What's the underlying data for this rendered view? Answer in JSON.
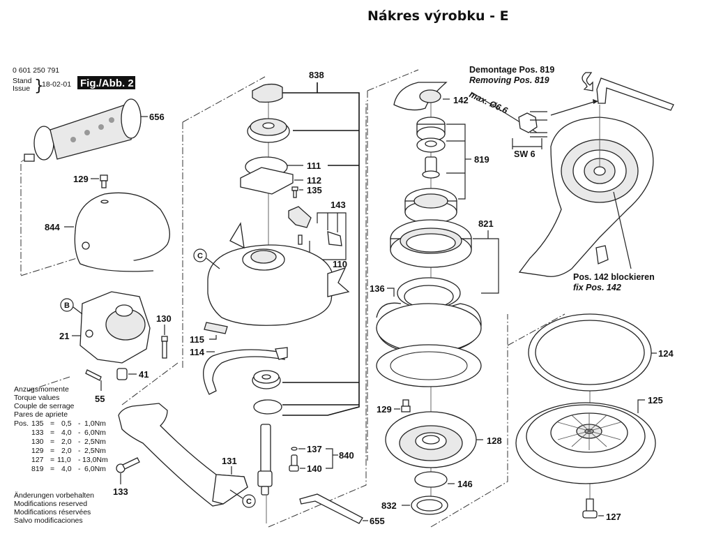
{
  "page": {
    "title": "Nákres výrobku - E"
  },
  "header": {
    "part_number": "0 601 250 791",
    "stand_label": "Stand",
    "issue_label": "Issue",
    "issue_date": "18-02-01",
    "figure_label": "Fig./Abb. 2"
  },
  "parts": {
    "p656": "656",
    "p129a": "129",
    "p844": "844",
    "p21": "21",
    "p130": "130",
    "p41": "41",
    "p55": "55",
    "p133": "133",
    "p131": "131",
    "p838": "838",
    "p111": "111",
    "p112": "112",
    "p135": "135",
    "p143": "143",
    "p110": "110",
    "p115": "115",
    "p114": "114",
    "p137": "137",
    "p140": "140",
    "p840": "840",
    "p655": "655",
    "p142": "142",
    "p819": "819",
    "p821": "821",
    "p136": "136",
    "p129b": "129",
    "p128": "128",
    "p146": "146",
    "p832": "832",
    "p124": "124",
    "p125": "125",
    "p127": "127"
  },
  "callouts": {
    "b": "B",
    "c1": "C",
    "c2": "C"
  },
  "torque": {
    "lines": [
      "Anzugsmomente",
      "Torque values",
      "Couple de serrage",
      "Pares de apriete"
    ],
    "pos_label": "Pos.",
    "rows": [
      {
        "pos": "135",
        "eq": "=",
        "min": "0,5",
        "dash": "-",
        "max": "1,0Nm"
      },
      {
        "pos": "133",
        "eq": "=",
        "min": "4,0",
        "dash": "-",
        "max": "6,0Nm"
      },
      {
        "pos": "130",
        "eq": "=",
        "min": "2,0",
        "dash": "-",
        "max": "2,5Nm"
      },
      {
        "pos": "129",
        "eq": "=",
        "min": "2,0",
        "dash": "-",
        "max": "2,5Nm"
      },
      {
        "pos": "127",
        "eq": "=",
        "min": "11,0",
        "dash": "-",
        "max": "13,0Nm"
      },
      {
        "pos": "819",
        "eq": "=",
        "min": "4,0",
        "dash": "-",
        "max": "6,0Nm"
      }
    ]
  },
  "modifications": [
    "Änderungen vorbehalten",
    "Modifications reserved",
    "Modifications réservées",
    "Salvo modificaciones"
  ],
  "notes": {
    "demontage": "Demontage Pos. 819",
    "removing": "Removing Pos. 819",
    "max_dia": "max. Ø6.6",
    "sw": "SW 6",
    "block_de": "Pos. 142 blockieren",
    "block_en": "fix Pos. 142"
  }
}
